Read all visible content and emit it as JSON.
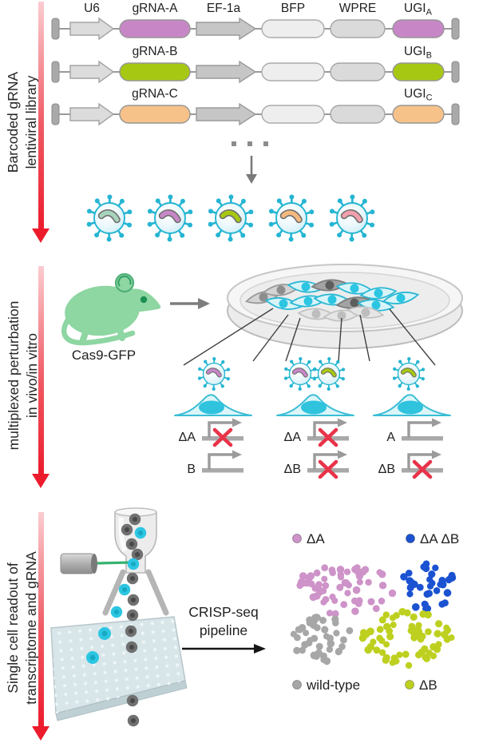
{
  "sections": [
    {
      "line1": "Barcoded gRNA",
      "line2": "lentiviral library"
    },
    {
      "line1": "multiplexed perturbation",
      "line2": "in vivo/in vitro"
    },
    {
      "line1": "Single cell readout of",
      "line2": "transcriptome and gRNA"
    }
  ],
  "colors": {
    "grna_purple": "#c787c7",
    "grna_green": "#a6c813",
    "grna_orange": "#f7c289",
    "rna_teal": "#a8d4bc",
    "rna_pink": "#f2a0ad",
    "virus_cyan": "#25b5d2",
    "knockout_red": "#e83349",
    "section_arrow_red": "#ec1c2d",
    "mouse_green": "#8ed6a2",
    "cluster_pink": "#ce93c8",
    "cluster_blue": "#1b52d1",
    "cluster_gray": "#a7a7a7",
    "cluster_green": "#bed01f"
  },
  "library": {
    "rows": [
      {
        "promoter_label": "U6",
        "grna_label": "gRNA-A",
        "ef1a_label": "EF-1a",
        "bfp_label": "BFP",
        "wpre_label": "WPRE",
        "ugi_label": "UGI",
        "ugi_subscript": "A",
        "color": "#c787c7"
      },
      {
        "grna_label": "gRNA-B",
        "ugi_label": "UGI",
        "ugi_subscript": "B",
        "color": "#a6c813"
      },
      {
        "grna_label": "gRNA-C",
        "ugi_label": "UGI",
        "ugi_subscript": "C",
        "color": "#f7c289"
      }
    ]
  },
  "virus_pool": {
    "rna_colors": [
      "#a8d4bc",
      "#c787c7",
      "#a6c813",
      "#f5b97e",
      "#f2a0ad"
    ]
  },
  "perturbation": {
    "mouse_label": "Cas9-GFP",
    "columns": [
      {
        "virus_rna_colors": [
          "#c787c7"
        ],
        "genes": [
          {
            "label": "ΔA",
            "knocked_out": true
          },
          {
            "label": "B",
            "knocked_out": false
          }
        ]
      },
      {
        "virus_rna_colors": [
          "#c787c7",
          "#a6c813"
        ],
        "genes": [
          {
            "label": "ΔA",
            "knocked_out": true
          },
          {
            "label": "ΔB",
            "knocked_out": true
          }
        ]
      },
      {
        "virus_rna_colors": [
          "#a6c813"
        ],
        "genes": [
          {
            "label": "A",
            "knocked_out": false
          },
          {
            "label": "ΔB",
            "knocked_out": true
          }
        ]
      }
    ]
  },
  "readout": {
    "pipeline_line1": "CRISP-seq",
    "pipeline_line2": "pipeline",
    "clusters": [
      {
        "label": "ΔA",
        "color": "#ce93c8",
        "legend_pos": "top-left",
        "count": 58
      },
      {
        "label": "ΔA ΔB",
        "color": "#1b52d1",
        "legend_pos": "top-right",
        "count": 35
      },
      {
        "label": "wild-type",
        "color": "#a7a7a7",
        "legend_pos": "bottom-left",
        "count": 42
      },
      {
        "label": "ΔB",
        "color": "#bed01f",
        "legend_pos": "bottom-right",
        "count": 64
      }
    ]
  }
}
